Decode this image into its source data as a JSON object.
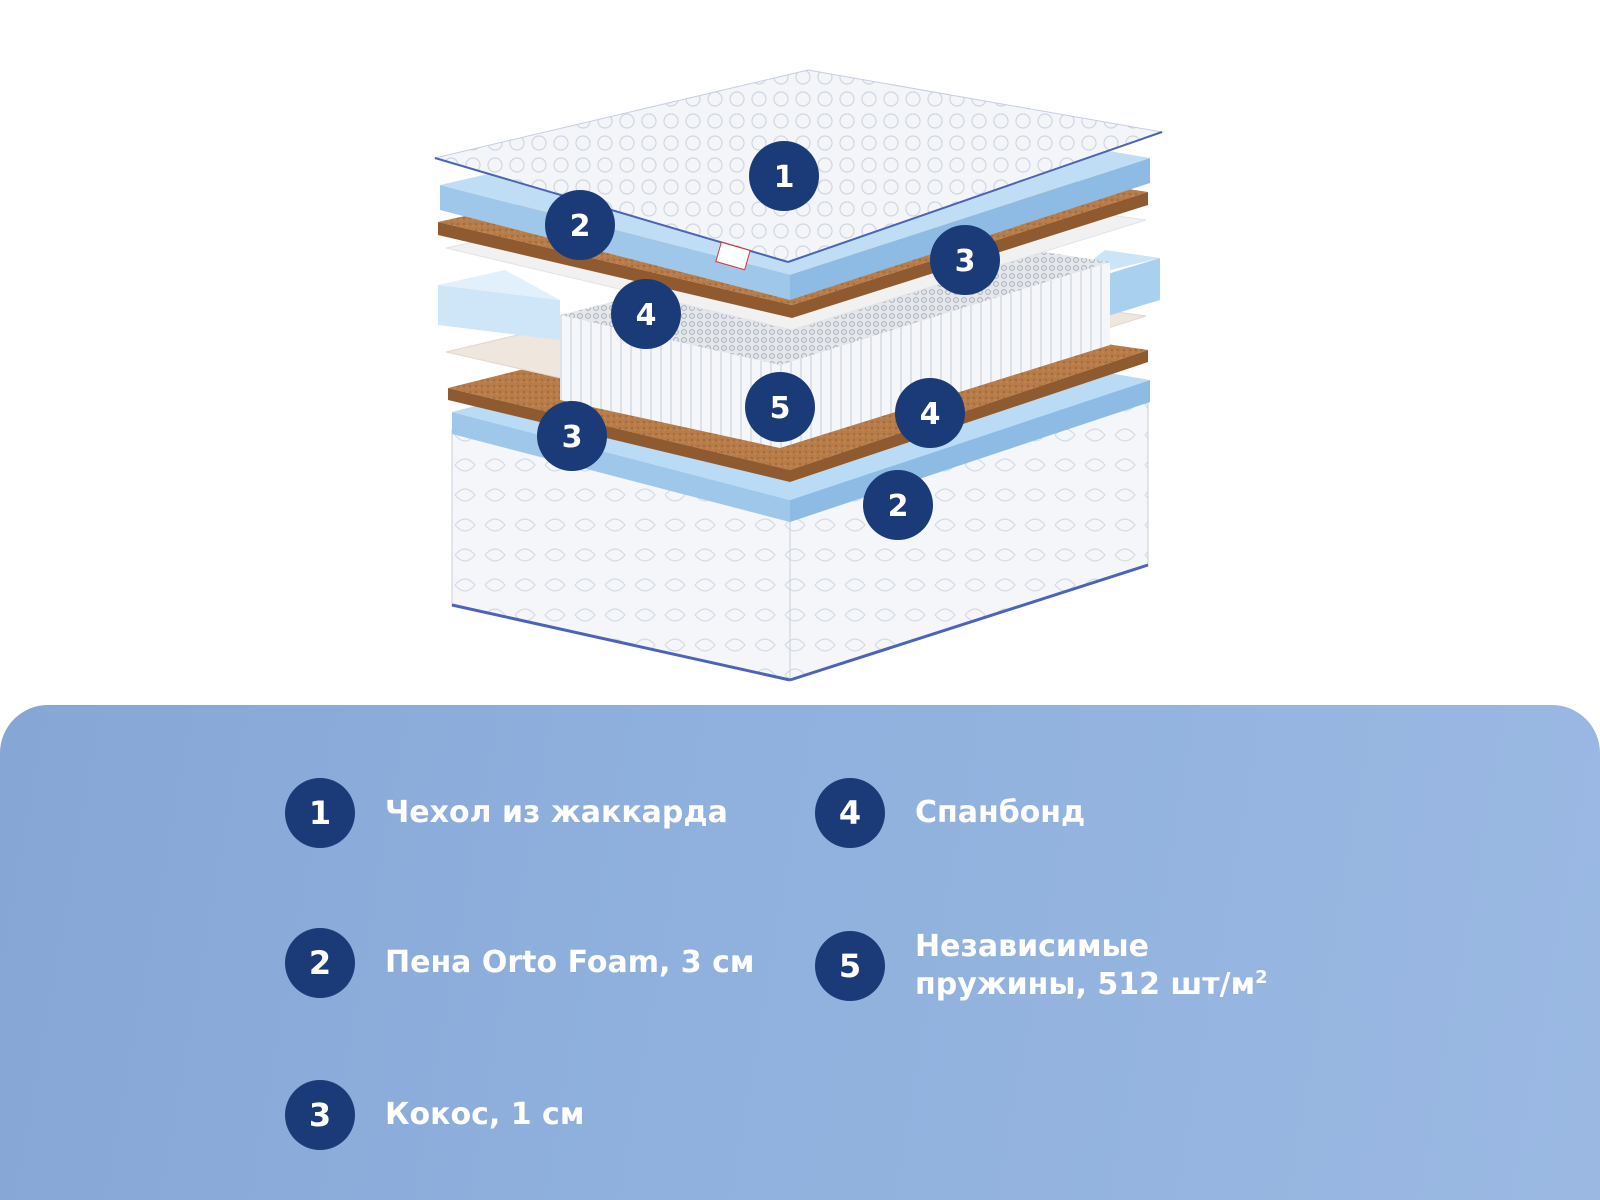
{
  "colors": {
    "badge": "#1b3a78",
    "panel_gradient_start": "#86a6d6",
    "panel_gradient_end": "#9ab8e2",
    "foam_layer": "#aed2f0",
    "coconut_layer": "#b77c48",
    "cover_fabric": "#f2f4f8",
    "spunbond": "#ece3dc"
  },
  "diagram": {
    "markers": [
      {
        "number": "1"
      },
      {
        "number": "2"
      },
      {
        "number": "3"
      },
      {
        "number": "4"
      },
      {
        "number": "5"
      },
      {
        "number": "4"
      },
      {
        "number": "3"
      },
      {
        "number": "2"
      }
    ]
  },
  "legend": {
    "items": [
      {
        "number": "1",
        "label": "Чехол из жаккарда"
      },
      {
        "number": "2",
        "label": "Пена Orto Foam, 3 см"
      },
      {
        "number": "3",
        "label": "Кокос, 1 см"
      },
      {
        "number": "4",
        "label": "Спанбонд"
      },
      {
        "number": "5",
        "label": "Независимые пружины, 512 шт/м",
        "superscript": "2"
      }
    ]
  }
}
